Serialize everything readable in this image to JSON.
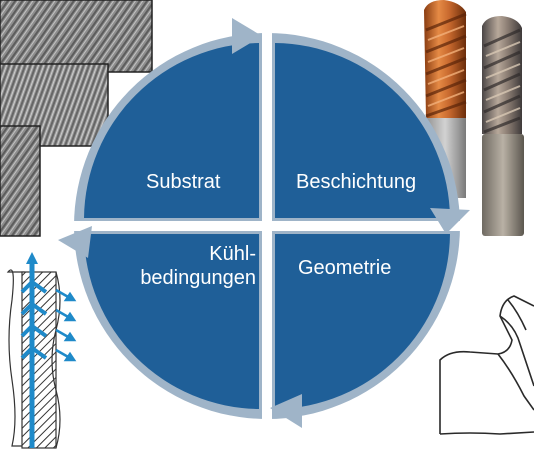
{
  "diagram": {
    "quadrants": [
      {
        "id": "top-left",
        "label": "Substrat"
      },
      {
        "id": "top-right",
        "label": "Beschichtung"
      },
      {
        "id": "bottom-left",
        "label": "Kühl-\nbedingungen"
      },
      {
        "id": "bottom-right",
        "label": "Geometrie"
      }
    ]
  },
  "colors": {
    "quadrant_fill": "#1f5f98",
    "ring": "#9fb4c8",
    "arrow": "#9fb4c8",
    "text": "#ffffff",
    "coolant_blue": "#1f8ac9",
    "coating_orange": "#c8692e",
    "coating_steel": "#7c7a7c"
  },
  "images": {
    "substrate_micrographs": "sem-surface-images",
    "coated_tools": "end-mill-tools-icon",
    "cooling_diagram": "internal-coolant-channels-icon",
    "geometry_sketch": "cutting-edge-geometry-icon"
  }
}
